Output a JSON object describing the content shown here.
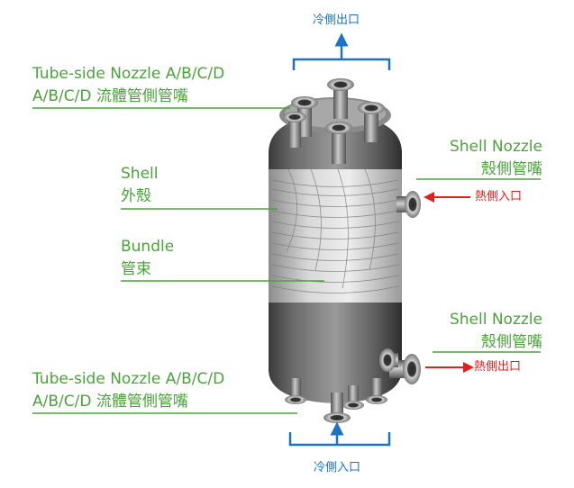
{
  "colors": {
    "label_green": "#4aa33a",
    "cold_blue": "#1a73c8",
    "hot_red": "#e02020",
    "vessel_dark": "#4a4a4a",
    "vessel_light": "#c8c8c8"
  },
  "cold_outlet_label": "冷側出口",
  "cold_inlet_label": "冷側入口",
  "top_tube_nozzle": {
    "en": "Tube-side Nozzle A/B/C/D",
    "zh": "A/B/C/D 流體管側管嘴"
  },
  "shell": {
    "en": "Shell",
    "zh": "外殼"
  },
  "bundle": {
    "en": "Bundle",
    "zh": "管束"
  },
  "bottom_tube_nozzle": {
    "en": "Tube-side Nozzle A/B/C/D",
    "zh": "A/B/C/D 流體管側管嘴"
  },
  "shell_nozzle_upper": {
    "en": "Shell Nozzle",
    "zh": "殼側管嘴",
    "flow_label": "熱側入口"
  },
  "shell_nozzle_lower": {
    "en": "Shell Nozzle",
    "zh": "殼側管嘴",
    "flow_label": "熱側出口"
  }
}
